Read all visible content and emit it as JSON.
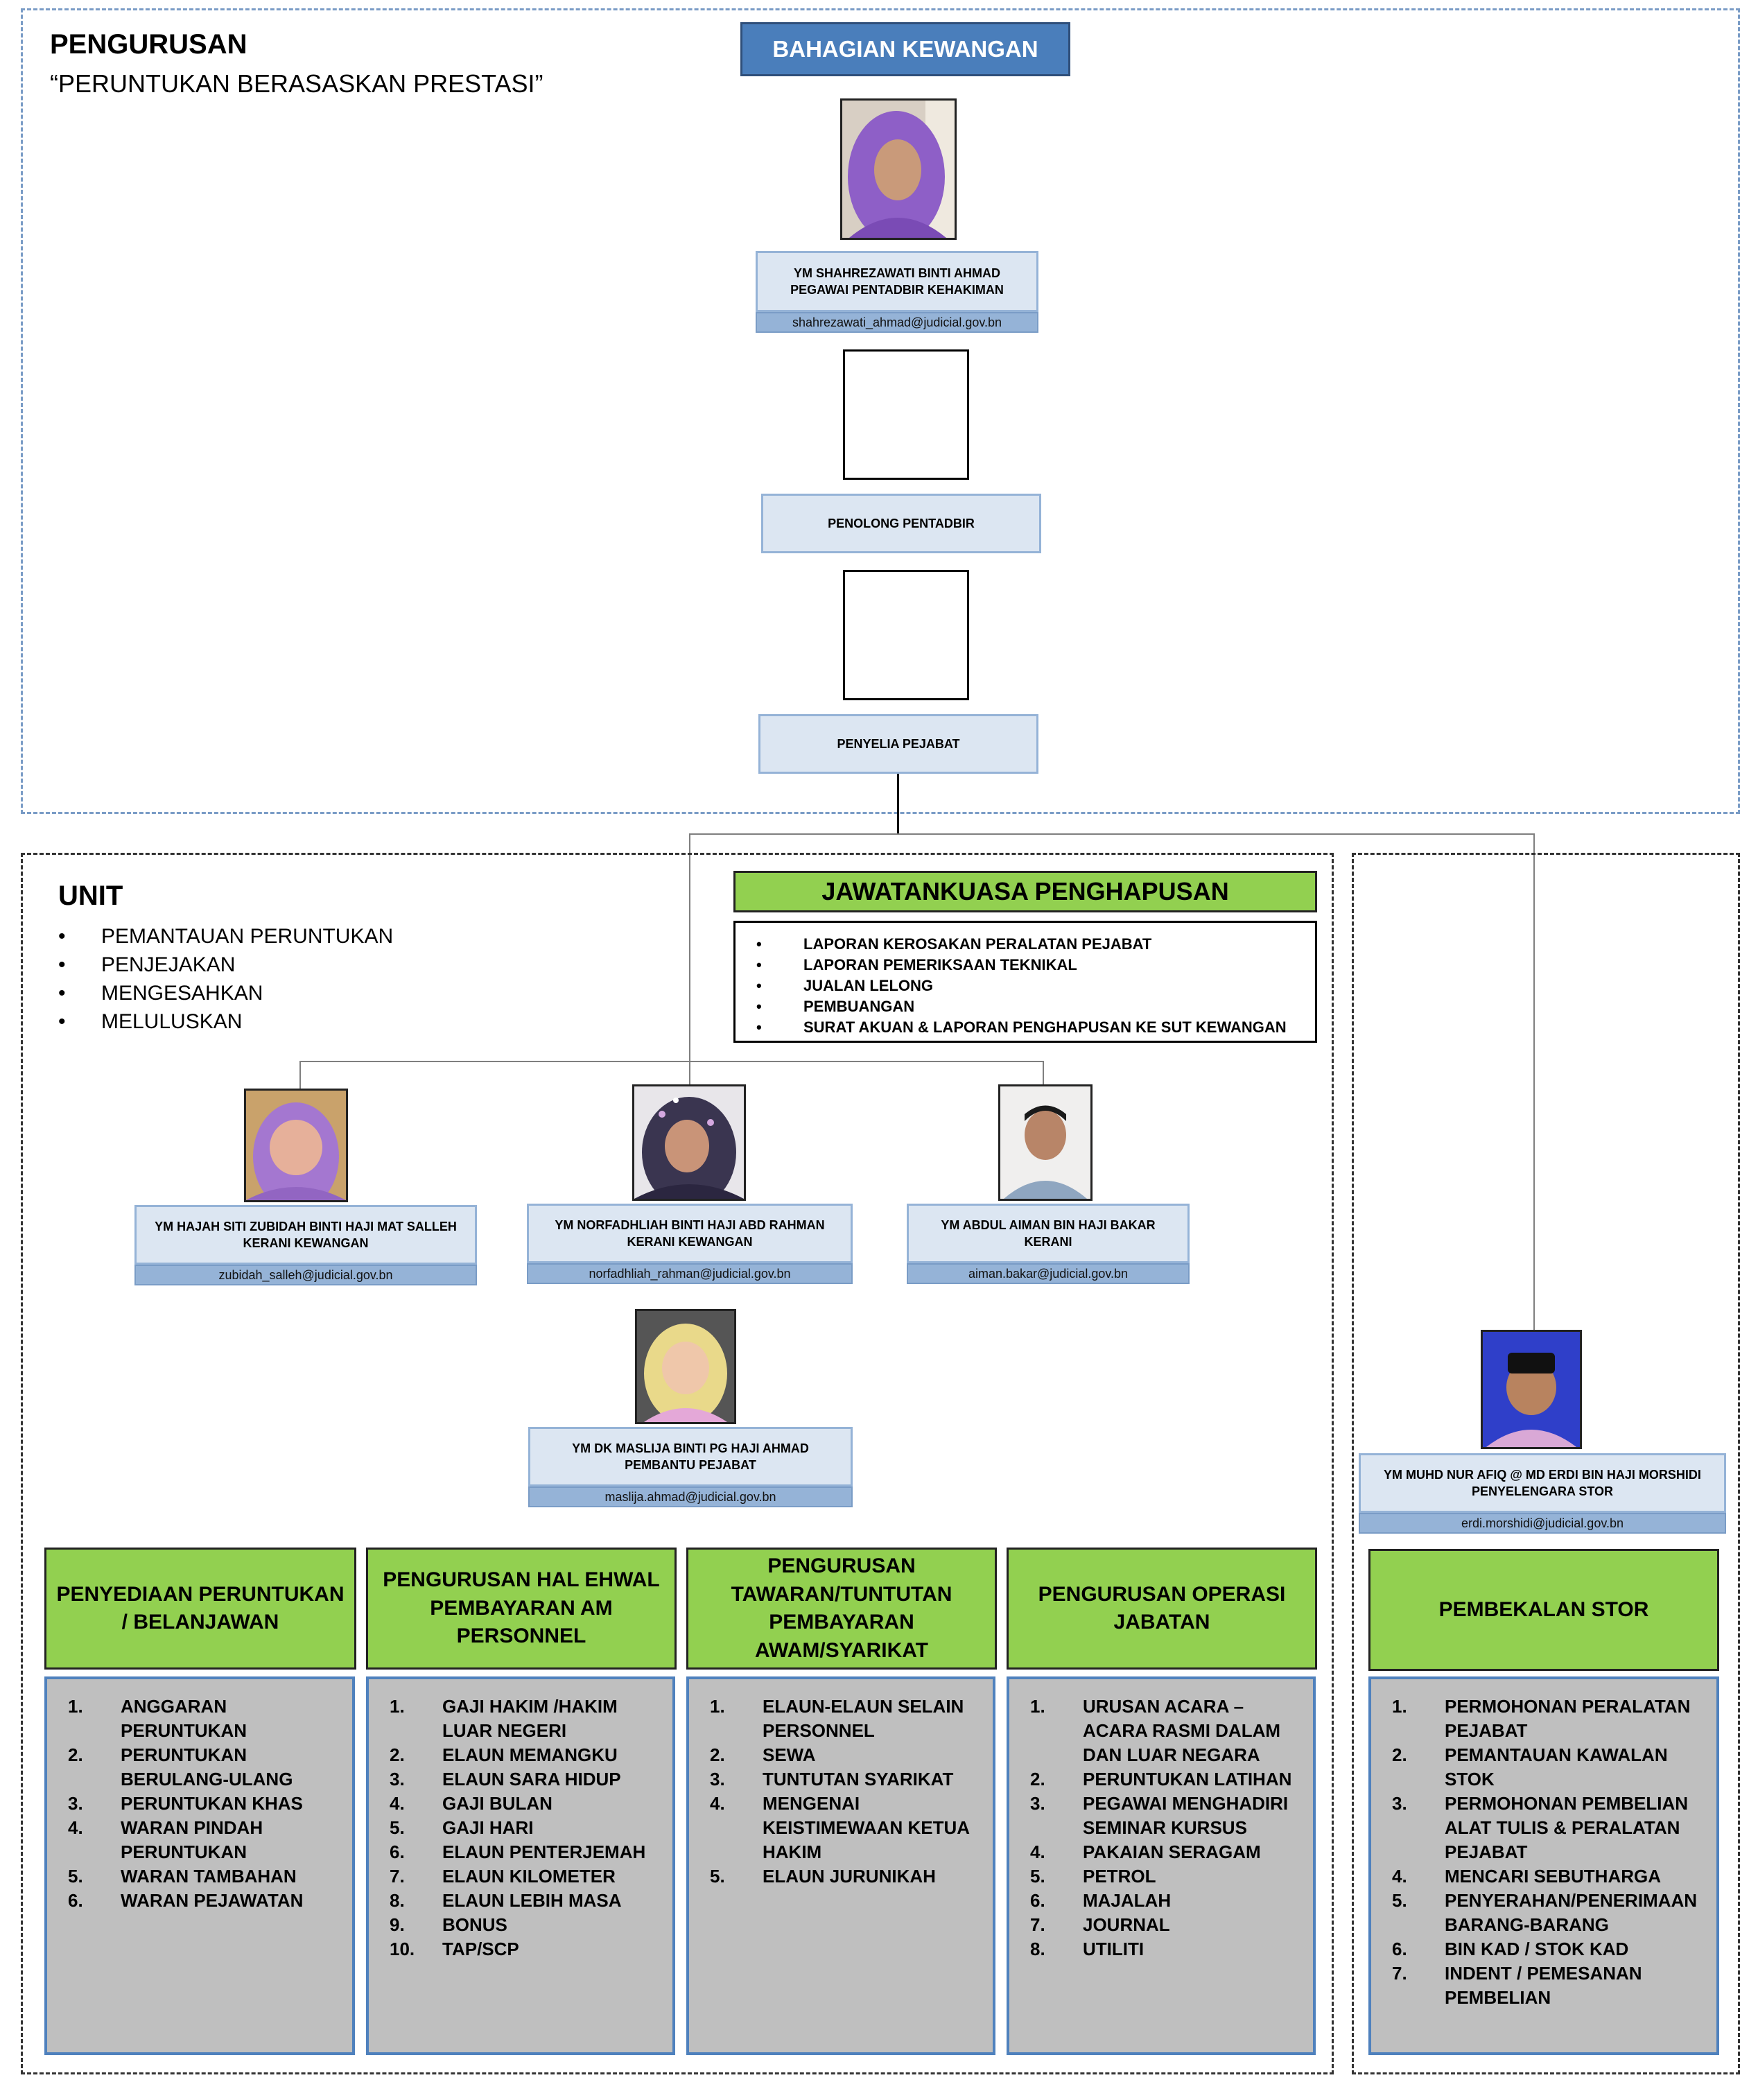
{
  "header": {
    "title": "PENGURUSAN",
    "subtitle": "“PERUNTUKAN BERASASKAN PRESTASI”",
    "division": "BAHAGIAN KEWANGAN"
  },
  "top_officer": {
    "name": "YM SHAHREZAWATI BINTI AHMAD",
    "role": "PEGAWAI PENTADBIR KEHAKIMAN",
    "email": "shahrezawati_ahmad@judicial.gov.bn"
  },
  "assistant": {
    "role": "PENOLONG PENTADBIR"
  },
  "supervisor": {
    "role": "PENYELIA PEJABAT"
  },
  "unit": {
    "title": "UNIT",
    "items": [
      "PEMANTAUAN PERUNTUKAN",
      "PENJEJAKAN",
      "MENGESAHKAN",
      "MELULUSKAN"
    ]
  },
  "committee": {
    "title": "JAWATANKUASA PENGHAPUSAN",
    "items": [
      "LAPORAN KEROSAKAN PERALATAN PEJABAT",
      "LAPORAN PEMERIKSAAN TEKNIKAL",
      "JUALAN LELONG",
      "PEMBUANGAN",
      "SURAT AKUAN & LAPORAN PENGHAPUSAN KE SUT KEWANGAN"
    ]
  },
  "staff": [
    {
      "name": "YM HAJAH SITI ZUBIDAH BINTI HAJI MAT SALLEH",
      "role": "KERANI KEWANGAN",
      "email": "zubidah_salleh@judicial.gov.bn"
    },
    {
      "name": "YM NORFADHLIAH BINTI HAJI ABD RAHMAN",
      "role": "KERANI KEWANGAN",
      "email": "norfadhliah_rahman@judicial.gov.bn"
    },
    {
      "name": "YM ABDUL AIMAN BIN HAJI BAKAR",
      "role": "KERANI",
      "email": "aiman.bakar@judicial.gov.bn"
    },
    {
      "name": "YM DK MASLIJA BINTI PG HAJI AHMAD",
      "role": "PEMBANTU PEJABAT",
      "email": "maslija.ahmad@judicial.gov.bn"
    },
    {
      "name": "YM MUHD NUR AFIQ @ MD ERDI BIN HAJI MORSHIDI",
      "role": "PENYELENGARA STOR",
      "email": "erdi.morshidi@judicial.gov.bn"
    }
  ],
  "sections": [
    {
      "title": "PENYEDIAAN PERUNTUKAN / BELANJAWAN",
      "items": [
        {
          "n": "1.",
          "t": "ANGGARAN PERUNTUKAN"
        },
        {
          "n": "2.",
          "t": "PERUNTUKAN BERULANG-ULANG"
        },
        {
          "n": "3.",
          "t": "PERUNTUKAN KHAS"
        },
        {
          "n": "4.",
          "t": "WARAN PINDAH PERUNTUKAN"
        },
        {
          "n": "5.",
          "t": "WARAN TAMBAHAN"
        },
        {
          "n": "6.",
          "t": "WARAN PEJAWATAN"
        }
      ]
    },
    {
      "title": "PENGURUSAN HAL EHWAL PEMBAYARAN AM PERSONNEL",
      "items": [
        {
          "n": "1.",
          "t": "GAJI HAKIM /HAKIM LUAR NEGERI"
        },
        {
          "n": "2.",
          "t": "ELAUN MEMANGKU"
        },
        {
          "n": "3.",
          "t": "ELAUN SARA HIDUP"
        },
        {
          "n": "4.",
          "t": "GAJI BULAN"
        },
        {
          "n": "5.",
          "t": "GAJI HARI"
        },
        {
          "n": "6.",
          "t": "ELAUN PENTERJEMAH"
        },
        {
          "n": "7.",
          "t": "ELAUN KILOMETER"
        },
        {
          "n": "8.",
          "t": "ELAUN LEBIH MASA"
        },
        {
          "n": "9.",
          "t": "BONUS"
        },
        {
          "n": "10.",
          "t": "TAP/SCP"
        }
      ]
    },
    {
      "title": "PENGURUSAN TAWARAN/TUNTUTAN PEMBAYARAN AWAM/SYARIKAT",
      "items": [
        {
          "n": "1.",
          "t": "ELAUN-ELAUN SELAIN PERSONNEL"
        },
        {
          "n": "2.",
          "t": "SEWA"
        },
        {
          "n": "3.",
          "t": "TUNTUTAN SYARIKAT"
        },
        {
          "n": "4.",
          "t": "MENGENAI KEISTIMEWAAN KETUA HAKIM"
        },
        {
          "n": "5.",
          "t": "ELAUN JURUNIKAH"
        }
      ]
    },
    {
      "title": "PENGURUSAN OPERASI JABATAN",
      "items": [
        {
          "n": "1.",
          "t": "URUSAN ACARA – ACARA RASMI DALAM DAN LUAR NEGARA"
        },
        {
          "n": "2.",
          "t": "PERUNTUKAN LATIHAN"
        },
        {
          "n": "3.",
          "t": "PEGAWAI MENGHADIRI SEMINAR KURSUS"
        },
        {
          "n": "4.",
          "t": "PAKAIAN SERAGAM"
        },
        {
          "n": "5.",
          "t": "PETROL"
        },
        {
          "n": "6.",
          "t": "MAJALAH"
        },
        {
          "n": "7.",
          "t": "JOURNAL"
        },
        {
          "n": "8.",
          "t": "UTILITI"
        }
      ]
    },
    {
      "title": "PEMBEKALAN STOR",
      "items": [
        {
          "n": "1.",
          "t": "PERMOHONAN PERALATAN PEJABAT"
        },
        {
          "n": "2.",
          "t": "PEMANTAUAN KAWALAN STOK"
        },
        {
          "n": "3.",
          "t": "PERMOHONAN PEMBELIAN ALAT TULIS & PERALATAN PEJABAT"
        },
        {
          "n": "4.",
          "t": "MENCARI SEBUTHARGA"
        },
        {
          "n": "5.",
          "t": "PENYERAHAN/PENERIMAAN BARANG-BARANG"
        },
        {
          "n": "6.",
          "t": "BIN KAD / STOK KAD"
        },
        {
          "n": "7.",
          "t": "INDENT / PEMESANAN PEMBELIAN"
        }
      ]
    }
  ],
  "bullet_glyph": "•"
}
